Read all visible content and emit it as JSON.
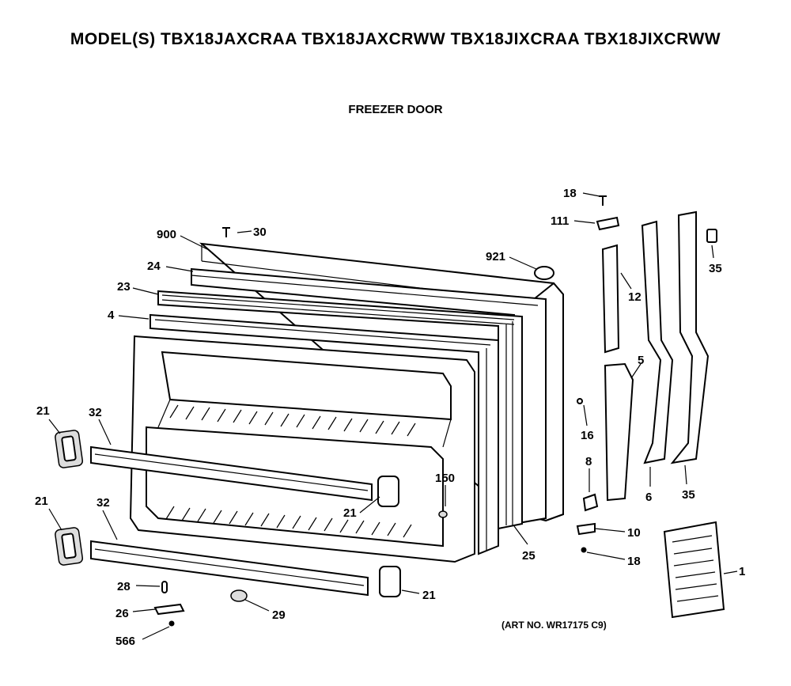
{
  "header": {
    "models_line": "MODEL(S) TBX18JAXCRAA  TBX18JAXCRWW  TBX18JIXCRAA  TBX18JIXCRWW",
    "section_title": "FREEZER DOOR"
  },
  "art_number": "(ART NO. WR17175 C9)",
  "callouts": {
    "c900": "900",
    "c30": "30",
    "c24": "24",
    "c23": "23",
    "c4": "4",
    "c921": "921",
    "c18a": "18",
    "c111": "111",
    "c35a": "35",
    "c12": "12",
    "c5": "5",
    "c16": "16",
    "c8": "8",
    "c6": "6",
    "c35b": "35",
    "c10": "10",
    "c18b": "18",
    "c1": "1",
    "c21a": "21",
    "c32a": "32",
    "c21b": "21",
    "c32b": "32",
    "c21c": "21",
    "c150": "150",
    "c25": "25",
    "c21d": "21",
    "c28": "28",
    "c26": "26",
    "c29": "29",
    "c566": "566"
  }
}
